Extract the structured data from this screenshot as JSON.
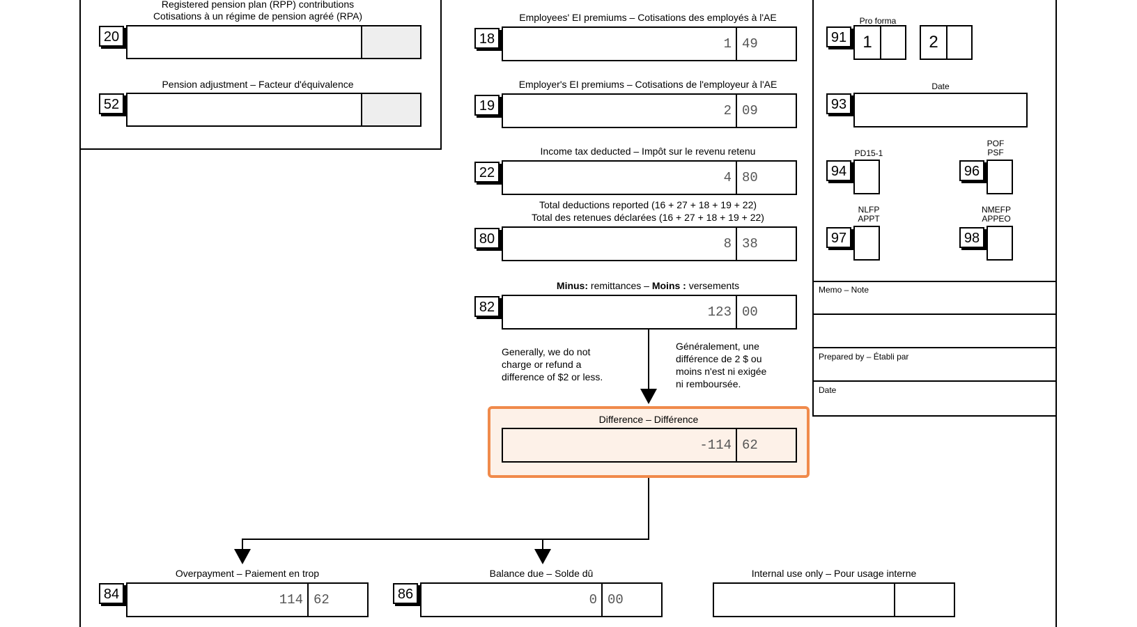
{
  "left": {
    "rpp": {
      "box": "20",
      "label_en": "Registered pension plan (RPP) contributions",
      "label_fr": "Cotisations à un régime de pension agréé (RPA)"
    },
    "pa": {
      "box": "52",
      "label": "Pension adjustment – Facteur d'équivalence"
    }
  },
  "middle": {
    "ei_employee": {
      "box": "18",
      "label": "Employees' EI premiums – Cotisations des employés à l'AE",
      "dollars": "1",
      "cents": "49"
    },
    "ei_employer": {
      "box": "19",
      "label": "Employer's EI premiums – Cotisations de l'employeur à l'AE",
      "dollars": "2",
      "cents": "09"
    },
    "income_tax": {
      "box": "22",
      "label": "Income tax deducted – Impôt sur le revenu retenu",
      "dollars": "4",
      "cents": "80"
    },
    "total": {
      "box": "80",
      "label_en": "Total deductions reported (16 + 27 + 18 + 19 + 22)",
      "label_fr": "Total des retenues déclarées (16 + 27 + 18 + 19 + 22)",
      "dollars": "8",
      "cents": "38"
    },
    "remittances": {
      "box": "82",
      "label_bold1": "Minus:",
      "label_1": " remittances – ",
      "label_bold2": "Moins :",
      "label_2": " versements",
      "dollars": "123",
      "cents": "00"
    },
    "note_en": [
      "Generally, we do not",
      "charge or refund a",
      "difference of $2 or less."
    ],
    "note_fr": [
      "Généralement, une",
      "différence de 2 $ ou",
      "moins n'est ni exigée",
      "ni remboursée."
    ],
    "difference": {
      "label": "Difference – Différence",
      "dollars": "-114",
      "cents": "62"
    }
  },
  "bottom": {
    "overpayment": {
      "box": "84",
      "label": "Overpayment – Paiement en trop",
      "dollars": "114",
      "cents": "62"
    },
    "balance": {
      "box": "86",
      "label": "Balance due – Solde dû",
      "dollars": "0",
      "cents": "00"
    },
    "internal": {
      "label": "Internal use only – Pour usage interne"
    }
  },
  "right": {
    "pro_forma": {
      "box": "91",
      "label": "Pro forma",
      "v1": "1",
      "v2": "2"
    },
    "date": {
      "box": "93",
      "label": "Date"
    },
    "pd15": {
      "box": "94",
      "label": "PD15-1"
    },
    "pof": {
      "box": "96",
      "label1": "POF",
      "label2": "PSF"
    },
    "nlfp": {
      "box": "97",
      "label1": "NLFP",
      "label2": "APPT"
    },
    "nmefp": {
      "box": "98",
      "label1": "NMEFP",
      "label2": "APPEO"
    },
    "memo": "Memo – Note",
    "prepared": "Prepared by – Établi par",
    "date2": "Date"
  },
  "colors": {
    "highlight_border": "#f08a4b",
    "highlight_fill": "#fdf1e8",
    "shade": "#eeeeee"
  }
}
